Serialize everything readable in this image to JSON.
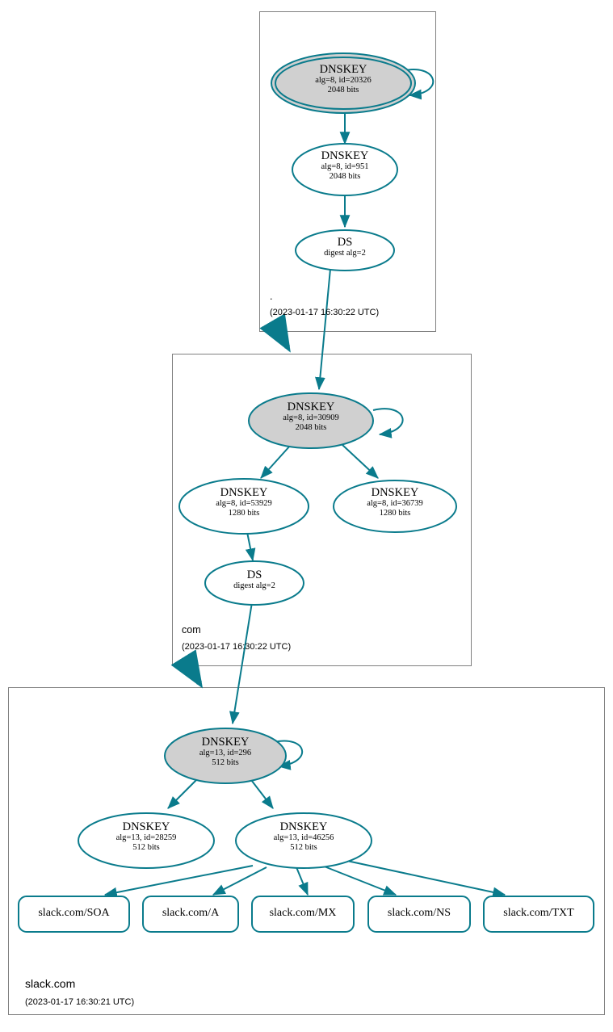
{
  "diagram": {
    "type": "dnssec-authentication-chain",
    "colors": {
      "edge": "#0a7b8c",
      "node_stroke": "#0a7b8c",
      "ksk_fill": "#d0d0d0",
      "zone_border": "#808080",
      "background": "#ffffff"
    },
    "zones": [
      {
        "id": "root",
        "name": ".",
        "date": "(2023-01-17 16:30:22 UTC)",
        "nodes": [
          {
            "id": "root-ksk",
            "kind": "DNSKEY",
            "title": "DNSKEY",
            "line2": "alg=8, id=20326",
            "line3": "2048 bits",
            "style": "ksk-sep",
            "self_loop": true
          },
          {
            "id": "root-zsk",
            "kind": "DNSKEY",
            "title": "DNSKEY",
            "line2": "alg=8, id=951",
            "line3": "2048 bits",
            "style": "plain",
            "self_loop": false
          },
          {
            "id": "root-ds",
            "kind": "DS",
            "title": "DS",
            "line2": "digest alg=2",
            "line3": "",
            "style": "plain",
            "self_loop": false
          }
        ]
      },
      {
        "id": "com",
        "name": "com",
        "date": "(2023-01-17 16:30:22 UTC)",
        "nodes": [
          {
            "id": "com-ksk",
            "kind": "DNSKEY",
            "title": "DNSKEY",
            "line2": "alg=8, id=30909",
            "line3": "2048 bits",
            "style": "ksk",
            "self_loop": true
          },
          {
            "id": "com-zsk1",
            "kind": "DNSKEY",
            "title": "DNSKEY",
            "line2": "alg=8, id=53929",
            "line3": "1280 bits",
            "style": "plain",
            "self_loop": false
          },
          {
            "id": "com-zsk2",
            "kind": "DNSKEY",
            "title": "DNSKEY",
            "line2": "alg=8, id=36739",
            "line3": "1280 bits",
            "style": "plain",
            "self_loop": false
          },
          {
            "id": "com-ds",
            "kind": "DS",
            "title": "DS",
            "line2": "digest alg=2",
            "line3": "",
            "style": "plain",
            "self_loop": false
          }
        ]
      },
      {
        "id": "slack",
        "name": "slack.com",
        "date": "(2023-01-17 16:30:21 UTC)",
        "nodes": [
          {
            "id": "slack-ksk",
            "kind": "DNSKEY",
            "title": "DNSKEY",
            "line2": "alg=13, id=296",
            "line3": "512 bits",
            "style": "ksk",
            "self_loop": true
          },
          {
            "id": "slack-zsk1",
            "kind": "DNSKEY",
            "title": "DNSKEY",
            "line2": "alg=13, id=28259",
            "line3": "512 bits",
            "style": "plain",
            "self_loop": false
          },
          {
            "id": "slack-zsk2",
            "kind": "DNSKEY",
            "title": "DNSKEY",
            "line2": "alg=13, id=46256",
            "line3": "512 bits",
            "style": "plain",
            "self_loop": false
          }
        ],
        "rrsets": [
          {
            "id": "rr-soa",
            "label": "slack.com/SOA"
          },
          {
            "id": "rr-a",
            "label": "slack.com/A"
          },
          {
            "id": "rr-mx",
            "label": "slack.com/MX"
          },
          {
            "id": "rr-ns",
            "label": "slack.com/NS"
          },
          {
            "id": "rr-txt",
            "label": "slack.com/TXT"
          }
        ]
      }
    ]
  }
}
